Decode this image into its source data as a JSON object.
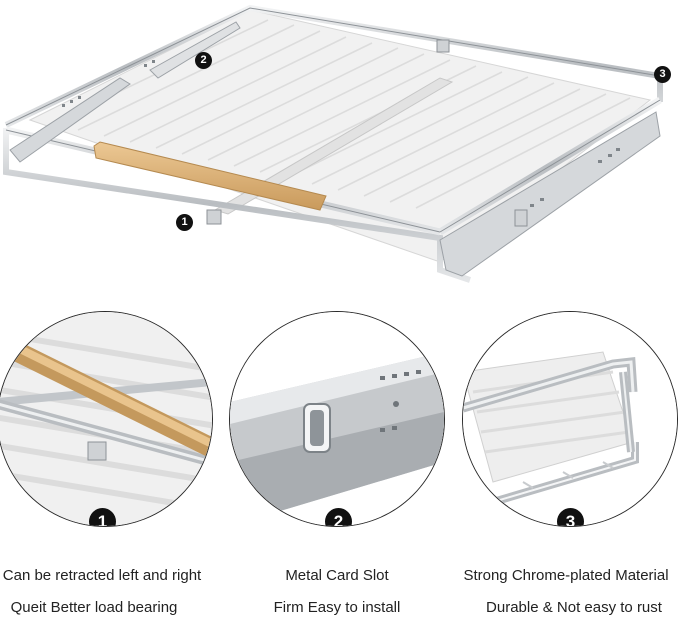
{
  "badges": {
    "one": "1",
    "two": "2",
    "three": "3"
  },
  "features": [
    {
      "number": "1",
      "line1": "Can be retracted left and right",
      "line2": "Queit Better load bearing"
    },
    {
      "number": "2",
      "line1": "Metal Card Slot",
      "line2": "Firm Easy to install"
    },
    {
      "number": "3",
      "line1": "Strong Chrome-plated Material",
      "line2": "Durable & Not easy to rust"
    }
  ],
  "colors": {
    "chrome": "#c9ccd0",
    "chrome_dark": "#8d9297",
    "shelf": "#eeeeee",
    "wood": "#dcb37a",
    "badge": "#111111"
  }
}
